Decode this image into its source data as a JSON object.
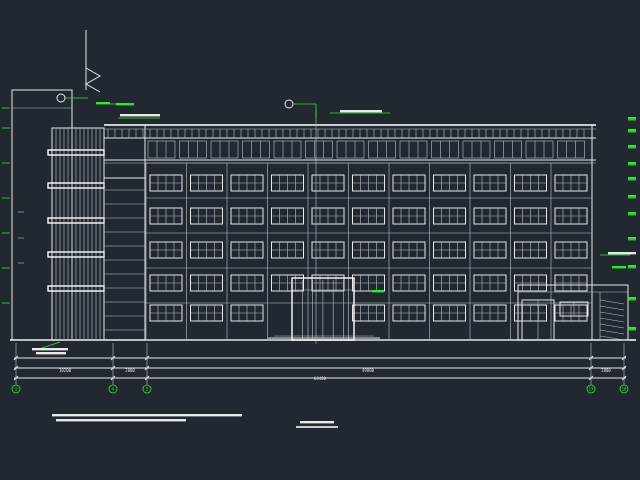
{
  "drawing": {
    "colors": {
      "background": "#212830",
      "line": "#e8e8e8",
      "annotation": "#2ee82e"
    },
    "axes": [
      {
        "id": "axis-1",
        "label": "1"
      },
      {
        "id": "axis-4",
        "label": "4"
      },
      {
        "id": "axis-5",
        "label": "5"
      },
      {
        "id": "axis-17",
        "label": "17"
      },
      {
        "id": "axis-18",
        "label": "18"
      }
    ],
    "dimensions": {
      "overall": "64400",
      "seg_1": "10200",
      "seg_2": "2800",
      "seg_3": "49800",
      "seg_4": "2800"
    }
  }
}
